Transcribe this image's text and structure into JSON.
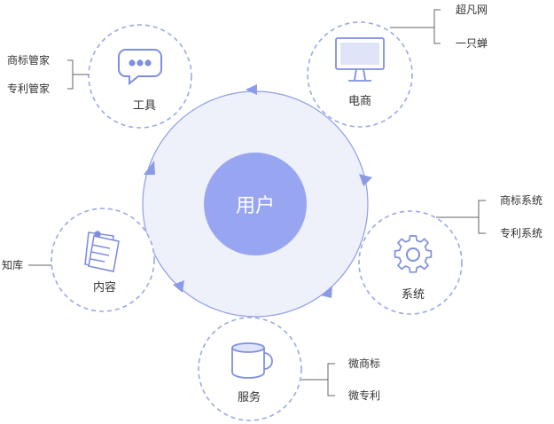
{
  "center": {
    "label": "用户"
  },
  "nodes": {
    "tools": {
      "label": "工具",
      "items": [
        "商标管家",
        "专利管家"
      ]
    },
    "ecommerce": {
      "label": "电商",
      "items": [
        "超凡网",
        "一只蝉"
      ]
    },
    "system": {
      "label": "系统",
      "items": [
        "商标系统",
        "专利系统"
      ]
    },
    "service": {
      "label": "服务",
      "items": [
        "微商标",
        "微专利"
      ]
    },
    "content": {
      "label": "内容",
      "items": [
        "知库"
      ]
    }
  },
  "colors": {
    "center_fill": "#98a6f1",
    "ring_fill": "#eef0fa",
    "ring_stroke": "#8e9fe6",
    "dashed_stroke": "#9aa8e8",
    "arrow_fill": "#8b9be8",
    "icon_stroke": "#7f8fe0",
    "connector": "#666666"
  }
}
